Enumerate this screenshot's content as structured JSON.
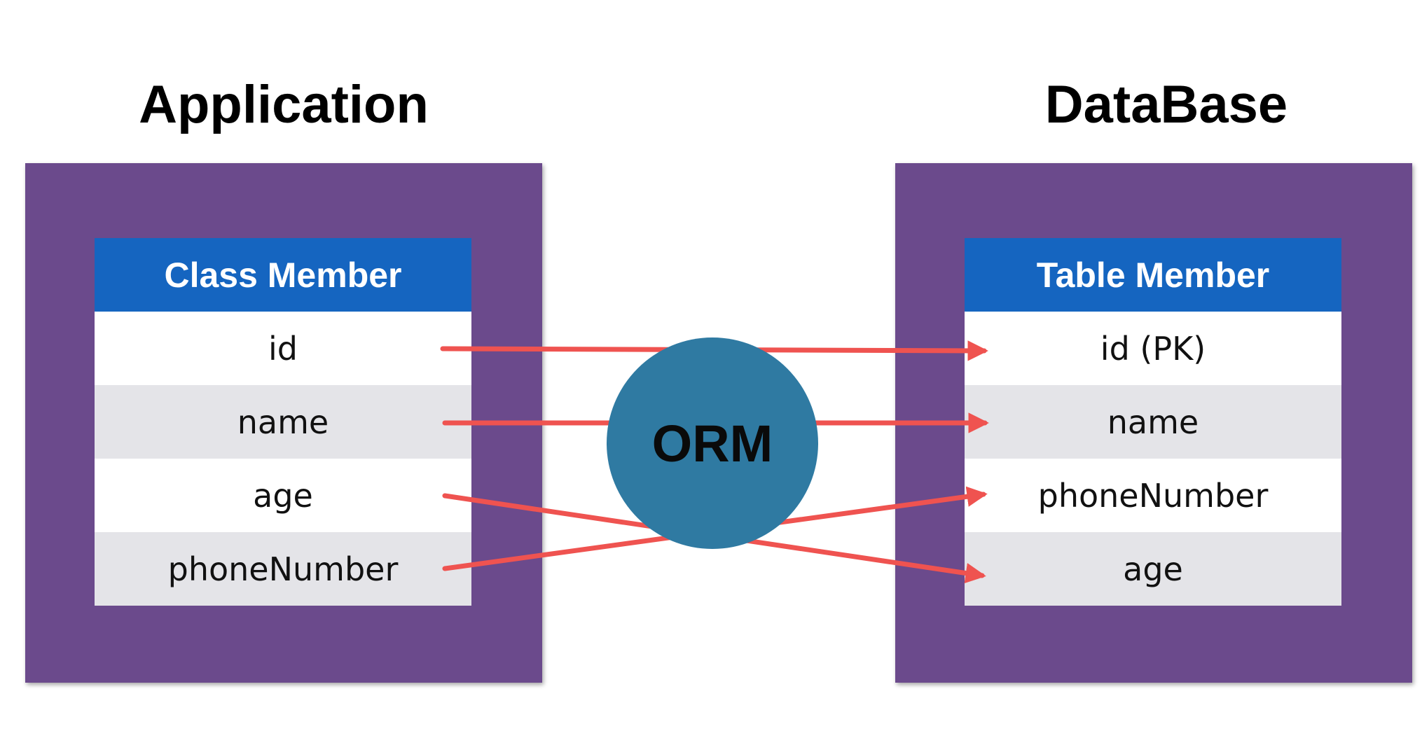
{
  "titles": {
    "left": "Application",
    "right": "DataBase"
  },
  "class_table": {
    "header": "Class Member",
    "rows": [
      "id",
      "name",
      "age",
      "phoneNumber"
    ]
  },
  "db_table": {
    "header": "Table Member",
    "rows": [
      "id (PK)",
      "name",
      "phoneNumber",
      "age"
    ]
  },
  "orm": {
    "label": "ORM"
  },
  "mappings": [
    {
      "from": "id",
      "to": "id (PK)"
    },
    {
      "from": "name",
      "to": "name"
    },
    {
      "from": "age",
      "to": "age"
    },
    {
      "from": "phoneNumber",
      "to": "phoneNumber"
    }
  ],
  "colors": {
    "panel": "#6b4a8c",
    "header": "#1565c0",
    "arrow": "#ef5350",
    "orm": "#2f7aa2",
    "row_alt": "#e4e4e8"
  }
}
